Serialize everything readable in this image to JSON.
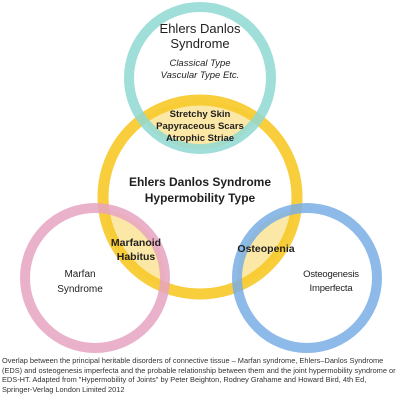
{
  "diagram": {
    "circles": {
      "top": {
        "title_line1": "Ehlers Danlos",
        "title_line2": "Syndrome",
        "sub_line1": "Classical Type",
        "sub_line2": "Vascular Type Etc.",
        "color": "#8fd8d2"
      },
      "center": {
        "title_line1": "Ehlers Danlos Syndrome",
        "title_line2": "Hypermobility Type",
        "color": "#f7c928"
      },
      "left": {
        "title_line1": "Marfan",
        "title_line2": "Syndrome",
        "color": "#e6a3c2"
      },
      "right": {
        "title_line1": "Osteogenesis",
        "title_line2": "Imperfecta",
        "color": "#7aaee5"
      }
    },
    "overlaps": {
      "top_center": [
        "Stretchy Skin",
        "Papyraceous Scars",
        "Atrophic Striae"
      ],
      "left_center": [
        "Marfanoid",
        "Habitus"
      ],
      "right_center": [
        "Osteopenia"
      ]
    },
    "overlap_fill": "#fbe7a6"
  },
  "caption": "Overlap between the principal heritable disorders of connective tissue – Marfan syndrome, Ehlers–Danlos Syndrome (EDS) and osteogenesis imperfecta and the probable relationship between them and the joint hypermobility syndrome or EDS-HT. Adapted from \"Hypermobility of Joints\" by Peter Beighton, Rodney Grahame and Howard Bird, 4th Ed, Springer-Verlag London Limited 2012"
}
